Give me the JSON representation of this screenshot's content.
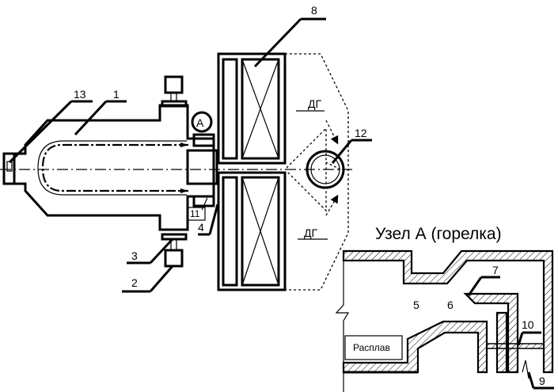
{
  "title": "Узел А (горелка)",
  "callouts": {
    "c1": "1",
    "c2": "2",
    "c3": "3",
    "c4": "4",
    "c5": "5",
    "c6": "6",
    "c7": "7",
    "c8": "8",
    "c9": "9",
    "c10": "10",
    "c11": "11",
    "c12": "12",
    "c13": "13"
  },
  "ammeter": "А",
  "gas_label_top": "ДГ",
  "gas_label_bottom": "ДГ",
  "melt_label": "Расплав"
}
